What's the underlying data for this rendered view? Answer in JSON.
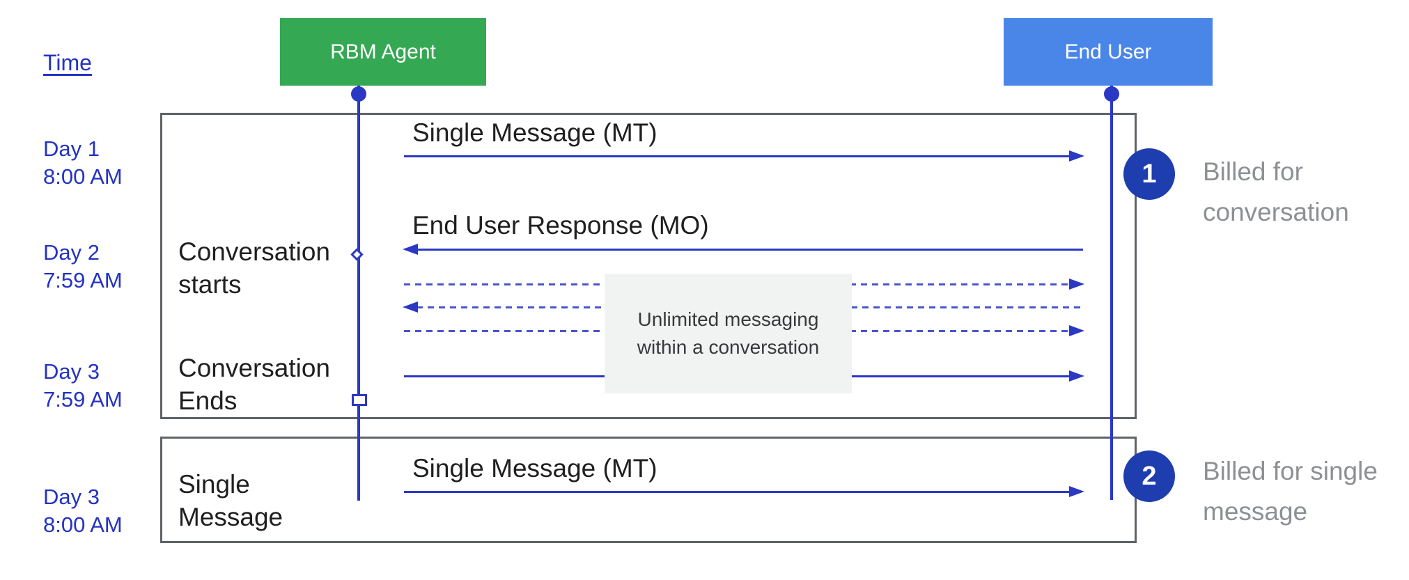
{
  "diagram": {
    "time_label": "Time",
    "actors": {
      "agent": "RBM Agent",
      "end_user": "End User"
    },
    "timestamps": [
      {
        "day": "Day 1",
        "time": "8:00 AM"
      },
      {
        "day": "Day 2",
        "time": "7:59 AM"
      },
      {
        "day": "Day 3",
        "time": "7:59 AM"
      },
      {
        "day": "Day 3",
        "time": "8:00 AM"
      }
    ],
    "events": {
      "conversation_starts": {
        "line1": "Conversation",
        "line2": "starts"
      },
      "conversation_ends": {
        "line1": "Conversation",
        "line2": "Ends"
      },
      "single_message": {
        "line1": "Single",
        "line2": "Message"
      }
    },
    "messages": {
      "mt1": "Single Message (MT)",
      "mo1": "End User Response (MO)",
      "mt2": "Single Message (MT)"
    },
    "note": {
      "line1": "Unlimited messaging",
      "line2": "within a conversation"
    },
    "annotations": [
      {
        "number": "1",
        "line1": "Billed for",
        "line2": "conversation"
      },
      {
        "number": "2",
        "line1": "Billed for single",
        "line2": "message"
      }
    ],
    "colors": {
      "agent_green": "#34a853",
      "end_user_blue": "#4a86e8",
      "line_blue": "#2b38c4",
      "dashed_blue": "#4a55cc",
      "badge_blue": "#1e3dae",
      "time_text_blue": "#2432c3",
      "billed_text_gray": "#8d9093",
      "frame_border_gray": "#5f6368",
      "note_background": "#f1f2f2"
    }
  }
}
